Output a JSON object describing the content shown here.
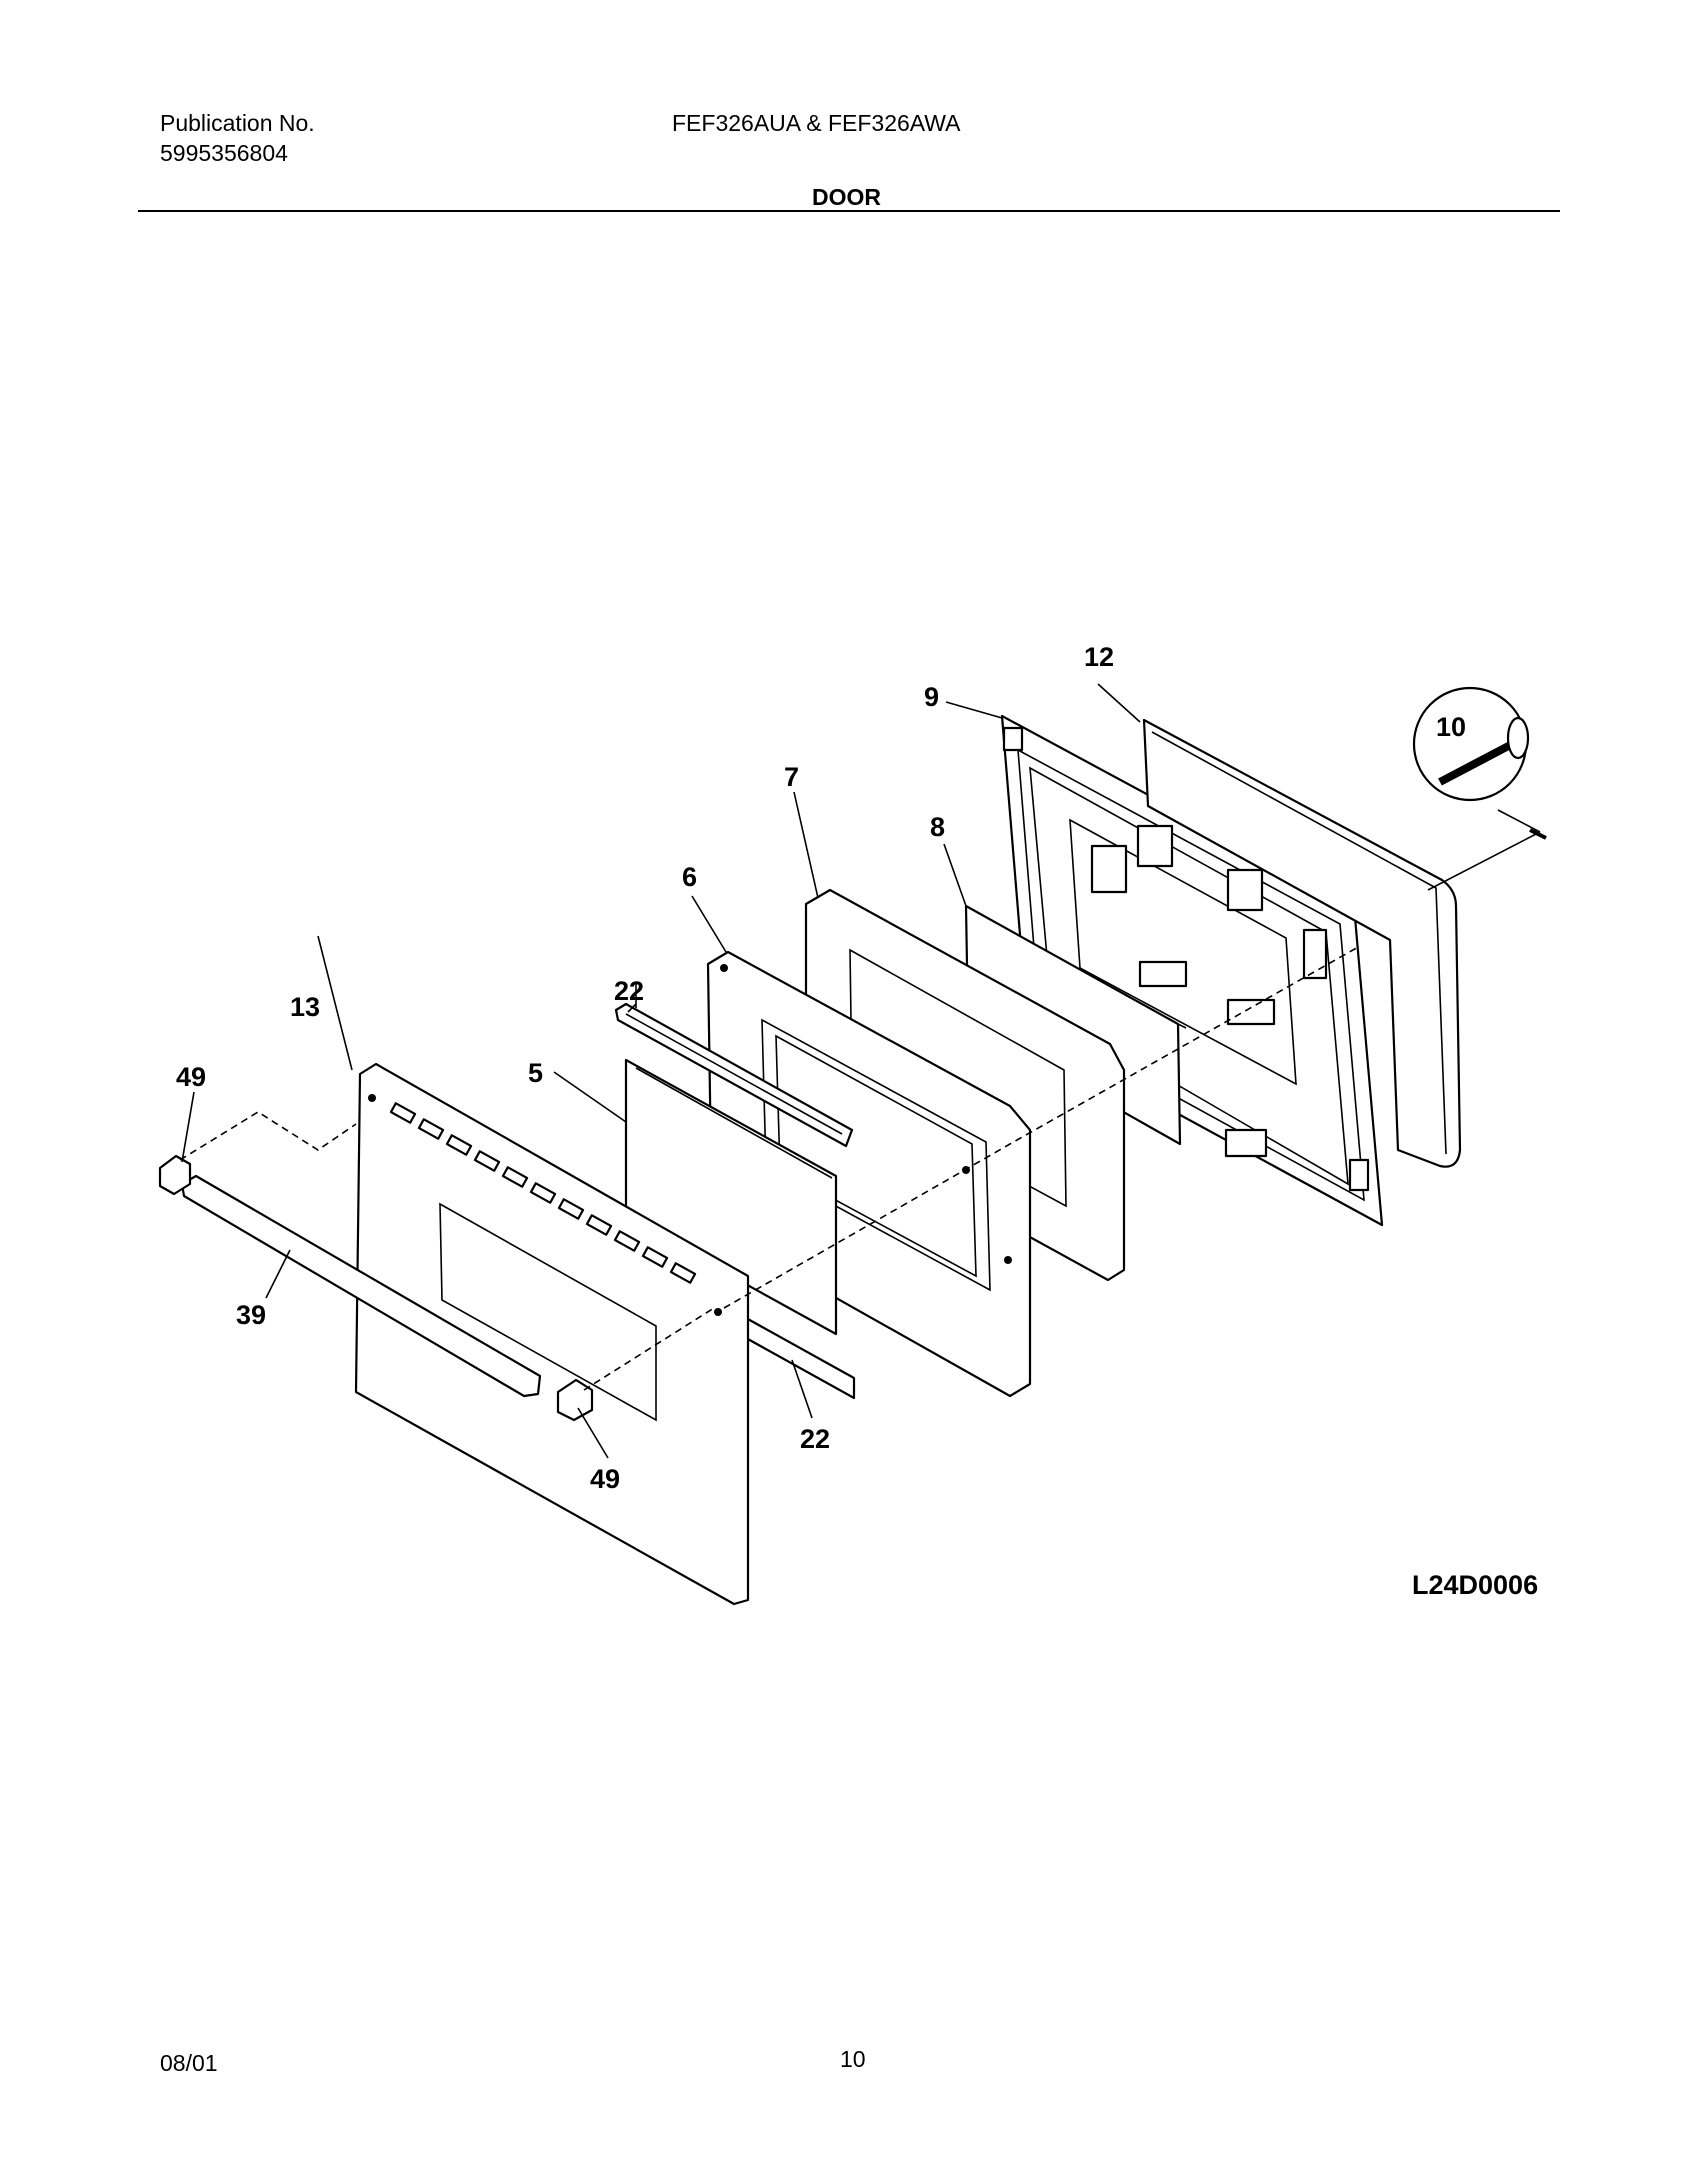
{
  "header": {
    "publication_label": "Publication No.",
    "publication_number": "5995356804",
    "models": "FEF326AUA & FEF326AWA",
    "section_title": "DOOR"
  },
  "diagram": {
    "drawing_id": "L24D0006",
    "callouts": [
      "12",
      "9",
      "10",
      "7",
      "8",
      "6",
      "22",
      "13",
      "5",
      "49",
      "39",
      "49",
      "22"
    ]
  },
  "footer": {
    "date": "08/01",
    "page": "10"
  }
}
